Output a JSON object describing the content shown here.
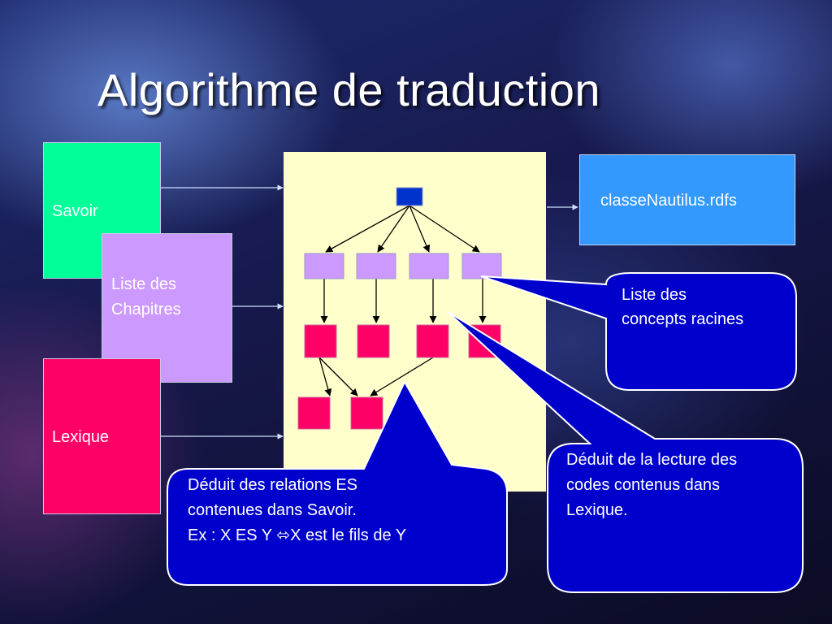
{
  "slide": {
    "title": "Algorithme de traduction"
  },
  "inputs": {
    "savoir": "Savoir",
    "chapitres": [
      "Liste des",
      "Chapitres"
    ],
    "lexique": "Lexique"
  },
  "output": {
    "label": "classeNautilus.rdfs"
  },
  "callouts": {
    "concepts": [
      "Liste des",
      "concepts racines"
    ],
    "relations": [
      "Déduit des relations ES",
      "contenues dans Savoir.",
      "Ex : X ES Y ⬄X est le fils de Y"
    ],
    "lecture": [
      "Déduit de la lecture des",
      "codes contenus  dans",
      "Lexique."
    ]
  },
  "colors": {
    "savoir": "#00ff99",
    "chapitres": "#cc99ff",
    "lexique": "#ff0066",
    "canvas": "#ffffcc",
    "output": "#3399ff",
    "callout": "#0000cc",
    "root_node": "#0033cc"
  }
}
